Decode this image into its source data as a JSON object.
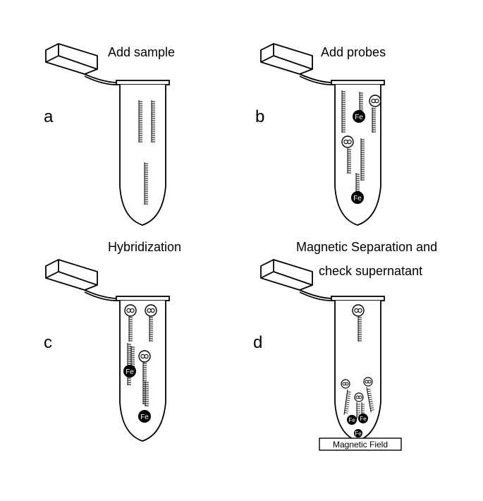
{
  "panels": {
    "a": {
      "letter": "a",
      "caption": "Add sample"
    },
    "b": {
      "letter": "b",
      "caption": "Add probes"
    },
    "c": {
      "letter": "c",
      "caption": "Hybridization"
    },
    "d": {
      "letter": "d",
      "caption_line1": "Magnetic Separation and",
      "caption_line2": "check supernatant"
    }
  },
  "bead_label": "Fe",
  "magnetic_field_label": "Magnetic Field",
  "colors": {
    "ink": "#000000",
    "background": "#ffffff"
  },
  "icons": {
    "tube": "microcentrifuge-tube",
    "magnetic_bead": "iron-bead",
    "fluorophore": "probe-loop",
    "dna_strand": "ladder-strand"
  }
}
